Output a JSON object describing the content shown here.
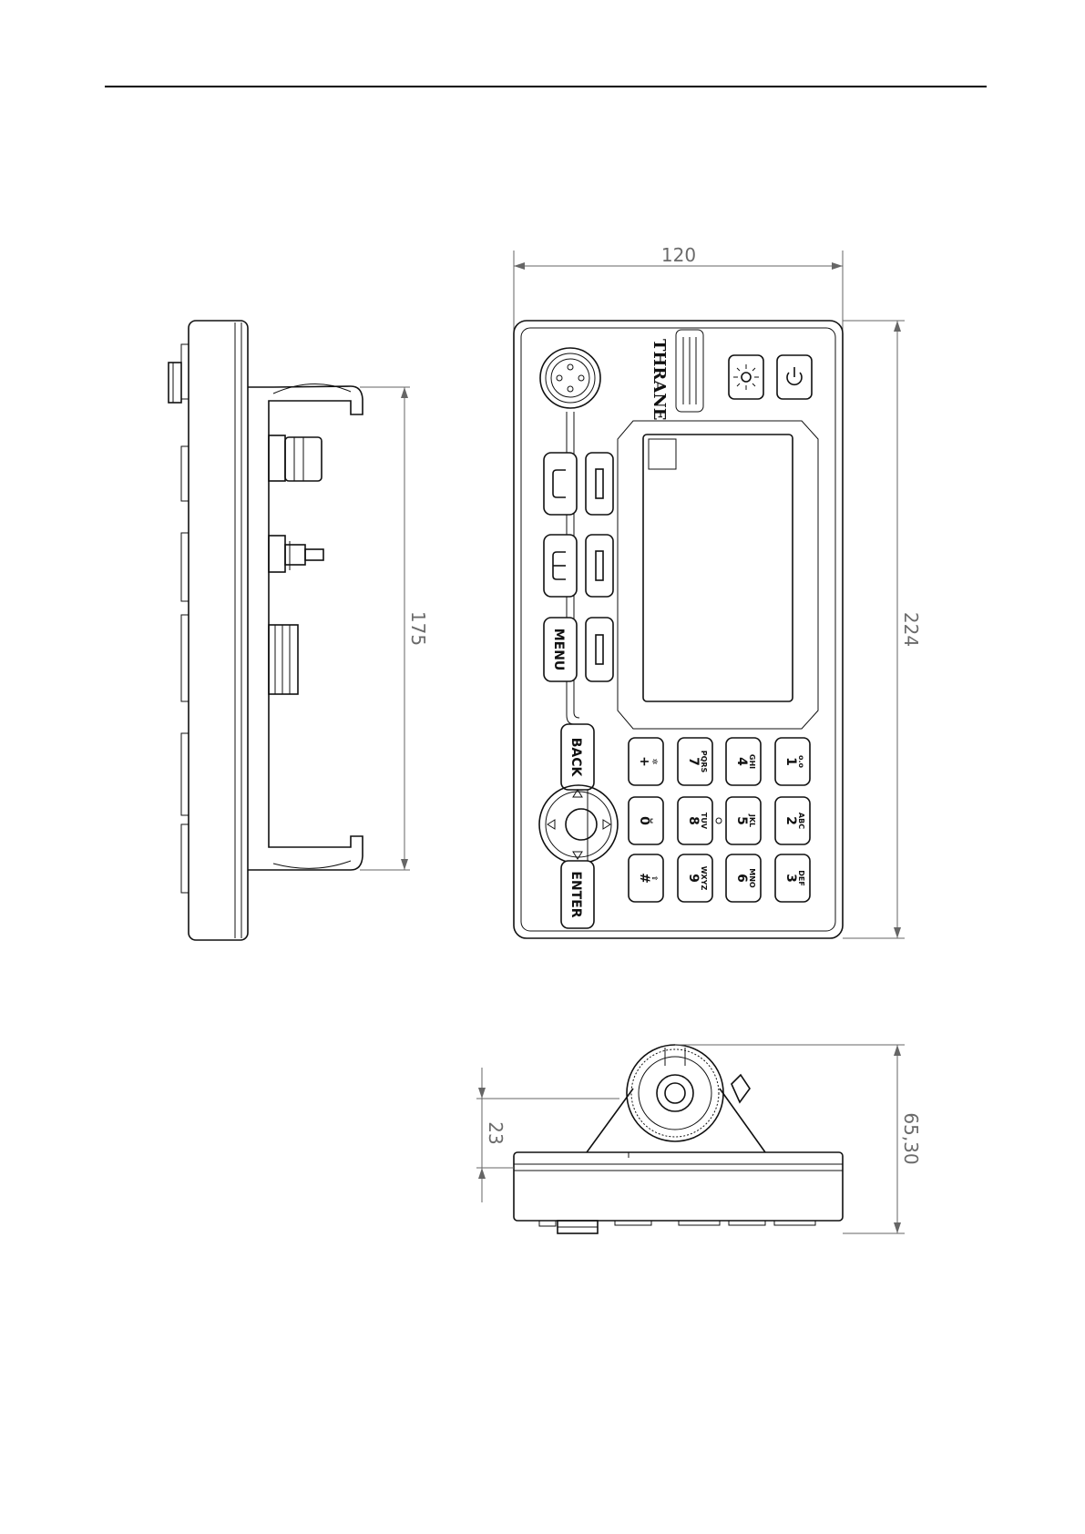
{
  "dimensions": {
    "front_width": "120",
    "front_height": "224",
    "side_depth": "175",
    "bottom_offset": "23",
    "bottom_height": "65,30"
  },
  "front_panel": {
    "brand": "THRANE",
    "buttons": {
      "menu": "MENU",
      "back": "BACK",
      "enter": "ENTER"
    },
    "keypad": [
      {
        "digit": "1",
        "letters": "o.o"
      },
      {
        "digit": "2",
        "letters": "ABC"
      },
      {
        "digit": "3",
        "letters": "DEF"
      },
      {
        "digit": "4",
        "letters": "GHI"
      },
      {
        "digit": "5",
        "letters": "JKL"
      },
      {
        "digit": "6",
        "letters": "MNO"
      },
      {
        "digit": "7",
        "letters": "PQRS"
      },
      {
        "digit": "8",
        "letters": "TUV"
      },
      {
        "digit": "9",
        "letters": "WXYZ"
      },
      {
        "digit": "0",
        "letters": "␣"
      },
      {
        "digit": "+",
        "letters": "✲"
      },
      {
        "digit": "#",
        "letters": "⇧"
      }
    ],
    "icons": {
      "brightness": "brightness-icon",
      "power": "power-icon",
      "handset_on": "handset-icon",
      "handset_off": "handset-hangup-icon"
    }
  }
}
